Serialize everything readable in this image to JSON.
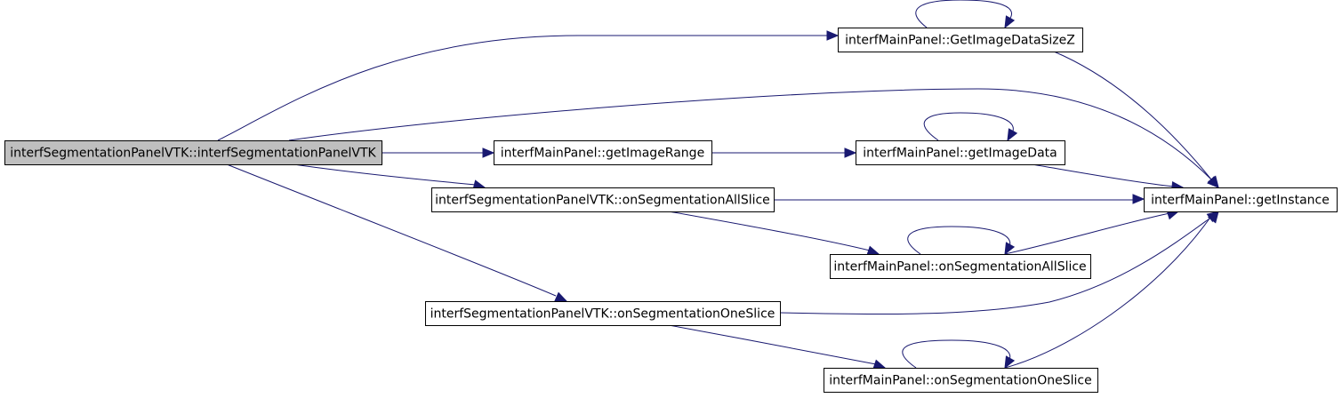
{
  "nodes": [
    {
      "id": "root",
      "label": "interfSegmentationPanelVTK::interfSegmentationPanelVTK",
      "fill": "#bfbfbf"
    },
    {
      "id": "gsz",
      "label": "interfMainPanel::GetImageDataSizeZ",
      "fill": "#ffffff"
    },
    {
      "id": "gir",
      "label": "interfMainPanel::getImageRange",
      "fill": "#ffffff"
    },
    {
      "id": "gid",
      "label": "interfMainPanel::getImageData",
      "fill": "#ffffff"
    },
    {
      "id": "vall",
      "label": "interfSegmentationPanelVTK::onSegmentationAllSlice",
      "fill": "#ffffff"
    },
    {
      "id": "gin",
      "label": "interfMainPanel::getInstance",
      "fill": "#ffffff"
    },
    {
      "id": "mall",
      "label": "interfMainPanel::onSegmentationAllSlice",
      "fill": "#ffffff"
    },
    {
      "id": "vone",
      "label": "interfSegmentationPanelVTK::onSegmentationOneSlice",
      "fill": "#ffffff"
    },
    {
      "id": "mone",
      "label": "interfMainPanel::onSegmentationOneSlice",
      "fill": "#ffffff"
    }
  ],
  "edges": [
    [
      "root",
      "gsz"
    ],
    [
      "root",
      "gin"
    ],
    [
      "root",
      "gir"
    ],
    [
      "root",
      "vall"
    ],
    [
      "root",
      "vone"
    ],
    [
      "gsz",
      "gsz"
    ],
    [
      "gsz",
      "gin"
    ],
    [
      "gir",
      "gid"
    ],
    [
      "gid",
      "gid"
    ],
    [
      "gid",
      "gin"
    ],
    [
      "vall",
      "gin"
    ],
    [
      "vall",
      "mall"
    ],
    [
      "mall",
      "mall"
    ],
    [
      "mall",
      "gin"
    ],
    [
      "vone",
      "gin"
    ],
    [
      "vone",
      "mone"
    ],
    [
      "mone",
      "mone"
    ],
    [
      "mone",
      "gin"
    ]
  ],
  "colors": {
    "edge": "#191970",
    "node_border": "#000000"
  }
}
